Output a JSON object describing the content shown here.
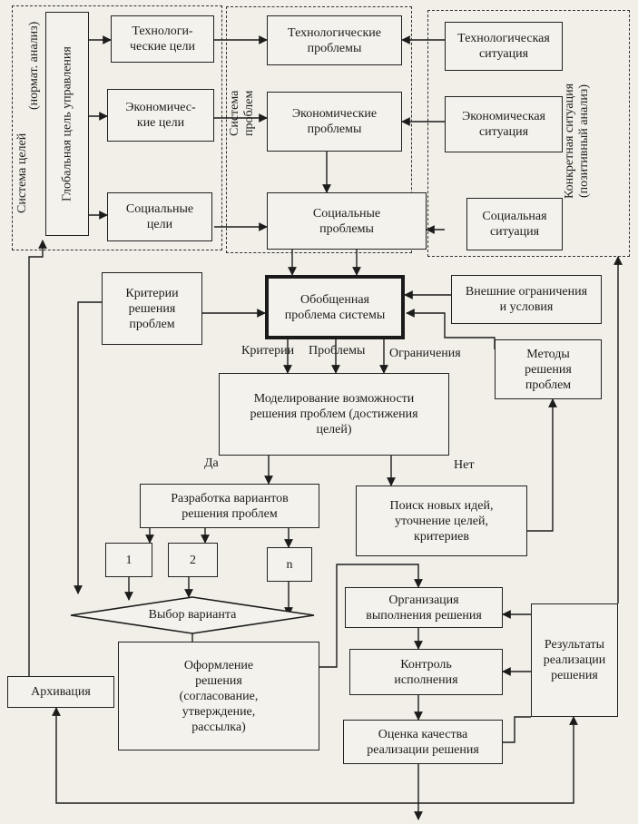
{
  "groups": {
    "goals_label": "Система целей",
    "goals_label2": "(нормат. анализ)",
    "problems_label": "Система\nпроблем",
    "situation_label": "Конкретная ситуация\n(позитивный анализ)"
  },
  "nodes": {
    "global_goal": "Глобальная цель управления",
    "tech_goals": "Технологи-\nческие цели",
    "econ_goals": "Экономичес-\nкие цели",
    "social_goals": "Социальные\nцели",
    "tech_problems": "Технологические\nпроблемы",
    "econ_problems": "Экономические\nпроблемы",
    "social_problems": "Социальные\nпроблемы",
    "tech_situation": "Технологическая\nситуация",
    "econ_situation": "Экономическая\nситуация",
    "social_situation": "Социальная\nситуация",
    "criteria": "Критерии\nрешения\nпроблем",
    "general_problem": "Обобщенная\nпроблема системы",
    "external": "Внешние ограничения\nи условия",
    "methods": "Методы\nрешения\nпроблем",
    "modeling": "Моделирование возможности\nрешения проблем (достижения\nцелей)",
    "variants": "Разработка вариантов\nрешения проблем",
    "search": "Поиск новых идей,\nуточнение целей,\nкритериев",
    "v1": "1",
    "v2": "2",
    "vn": "n",
    "choice": "Выбор варианта",
    "formalize": "Оформление\nрешения\n(согласование,\nутверждение,\nрассылка)",
    "archive": "Архивация",
    "organize": "Организация\nвыполнения решения",
    "control": "Контроль\nисполнения",
    "quality": "Оценка качества\nреализации решения",
    "results": "Результаты\nреализации\nрешения"
  },
  "edge_labels": {
    "criteria": "Критерии",
    "problems": "Проблемы",
    "limits": "Ограничения",
    "yes": "Да",
    "no": "Нет"
  }
}
